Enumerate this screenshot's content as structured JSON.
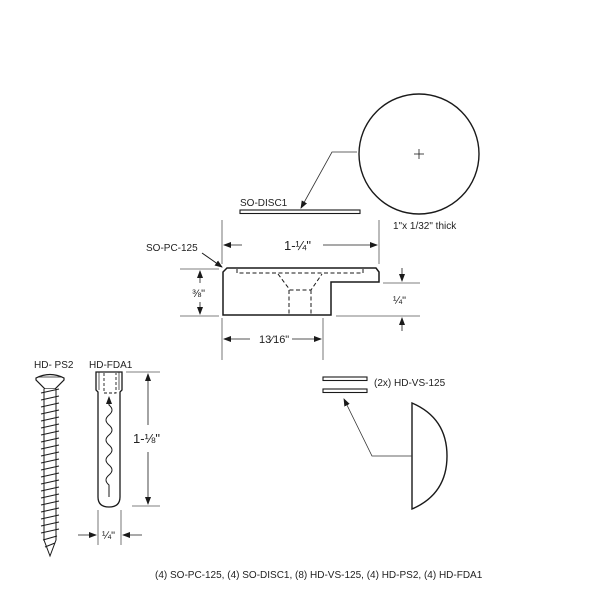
{
  "labels": {
    "so_disc1": "SO-DISC1",
    "so_pc_125": "SO-PC-125",
    "hd_ps2": "HD- PS2",
    "hd_fda1": "HD-FDA1",
    "hd_vs_125": "(2x) HD-VS-125",
    "disc_spec": "1\"x 1/32\" thick"
  },
  "dimensions": {
    "pc_length": "1-¼\"",
    "pc_height": "⅜\"",
    "pc_step": "¼\"",
    "pc_base": "13⁄16\"",
    "anchor_length": "1-⅛\"",
    "anchor_width": "¼\""
  },
  "caption": "(4) SO-PC-125, (4) SO-DISC1, (8) HD-VS-125, (4) HD-PS2, (4) HD-FDA1",
  "colors": {
    "line": "#1a1a1a",
    "dimline": "#555555",
    "background": "#ffffff"
  }
}
